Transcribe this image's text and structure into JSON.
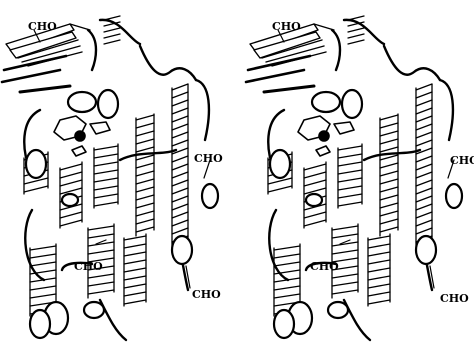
{
  "figure": {
    "kind": "stereo ribbon diagram of a protein",
    "panels": [
      "left",
      "right"
    ],
    "colors": {
      "ink": "#000000",
      "paper": "#ffffff"
    },
    "labels": {
      "left": [
        "CHO",
        "CHO",
        "CHO",
        "CHO"
      ],
      "right": [
        "CHO",
        "CHO",
        "CHO",
        "CHO"
      ]
    }
  }
}
